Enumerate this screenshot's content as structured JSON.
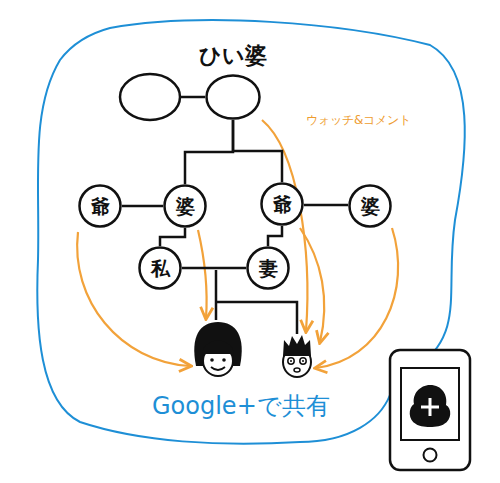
{
  "diagram": {
    "nodes": [
      {
        "text": [
          "ひい婆"
        ]
      },
      {
        "text": [
          "爺"
        ]
      },
      {
        "text": [
          "婆"
        ]
      },
      {
        "text": [
          "爺"
        ]
      },
      {
        "text": [
          "婆"
        ]
      },
      {
        "text": [
          "私"
        ]
      },
      {
        "text": [
          "妻"
        ]
      }
    ],
    "edges": [
      {
        "from": 0,
        "to": 2,
        "arrow": "none"
      },
      {
        "from": 0,
        "to": 3,
        "arrow": "none"
      },
      {
        "from": 1,
        "to": 2,
        "arrow": "none"
      },
      {
        "from": 3,
        "to": 4,
        "arrow": "none"
      },
      {
        "from": 2,
        "to": 5,
        "arrow": "none"
      },
      {
        "from": 3,
        "to": 6,
        "arrow": "none"
      },
      {
        "from": 5,
        "to": 6,
        "arrow": "none"
      }
    ],
    "labels": [
      "ウォッチ&コメント",
      "Google+で共有"
    ]
  }
}
